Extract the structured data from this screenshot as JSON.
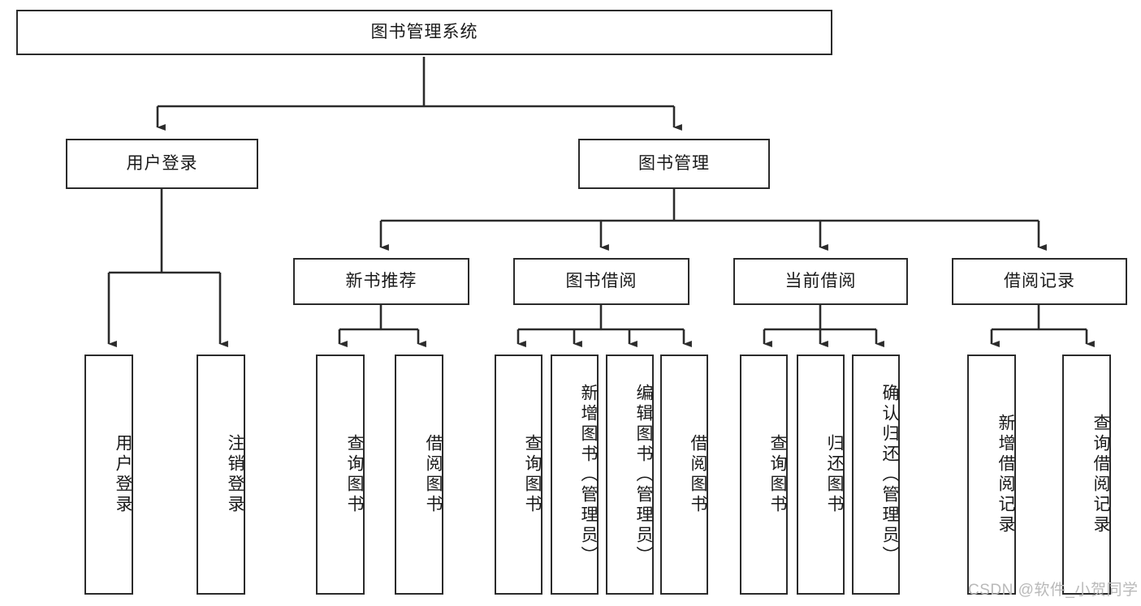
{
  "diagram": {
    "type": "tree-hierarchy-chart",
    "title": "图书管理系统",
    "watermark": "CSDN @软件_小贺同学",
    "colors": {
      "box_border": "#2b2b2b",
      "box_fill": "#ffffff",
      "edge": "#2b2b2b",
      "text": "#1a1a1a",
      "watermark": "#b9b9b9"
    },
    "root": {
      "id": "root",
      "label": "图书管理系统"
    },
    "level2": [
      {
        "id": "user-login",
        "label": "用户登录"
      },
      {
        "id": "book-manage",
        "label": "图书管理"
      }
    ],
    "level3": [
      {
        "id": "new-book-rec",
        "label": "新书推荐"
      },
      {
        "id": "book-borrow",
        "label": "图书借阅"
      },
      {
        "id": "current-borrow",
        "label": "当前借阅"
      },
      {
        "id": "borrow-record",
        "label": "借阅记录"
      }
    ],
    "leaves": {
      "user_login": [
        {
          "id": "leaf-user-login",
          "label": "用户登录"
        },
        {
          "id": "leaf-logout-login",
          "label": "注销登录"
        }
      ],
      "new_book_rec": [
        {
          "id": "leaf-query-book-1",
          "label": "查询图书"
        },
        {
          "id": "leaf-borrow-book-1",
          "label": "借阅图书"
        }
      ],
      "book_borrow": [
        {
          "id": "leaf-query-book-2",
          "label": "查询图书"
        },
        {
          "id": "leaf-add-book",
          "label": "新增图书（管理员）"
        },
        {
          "id": "leaf-edit-book",
          "label": "编辑图书（管理员）"
        },
        {
          "id": "leaf-borrow-book-2",
          "label": "借阅图书"
        }
      ],
      "current_borrow": [
        {
          "id": "leaf-query-book-3",
          "label": "查询图书"
        },
        {
          "id": "leaf-return-book",
          "label": "归还图书"
        },
        {
          "id": "leaf-confirm-return",
          "label": "确认归还（管理员）"
        }
      ],
      "borrow_record": [
        {
          "id": "leaf-add-record",
          "label": "新增借阅记录"
        },
        {
          "id": "leaf-query-record",
          "label": "查询借阅记录"
        }
      ]
    }
  }
}
